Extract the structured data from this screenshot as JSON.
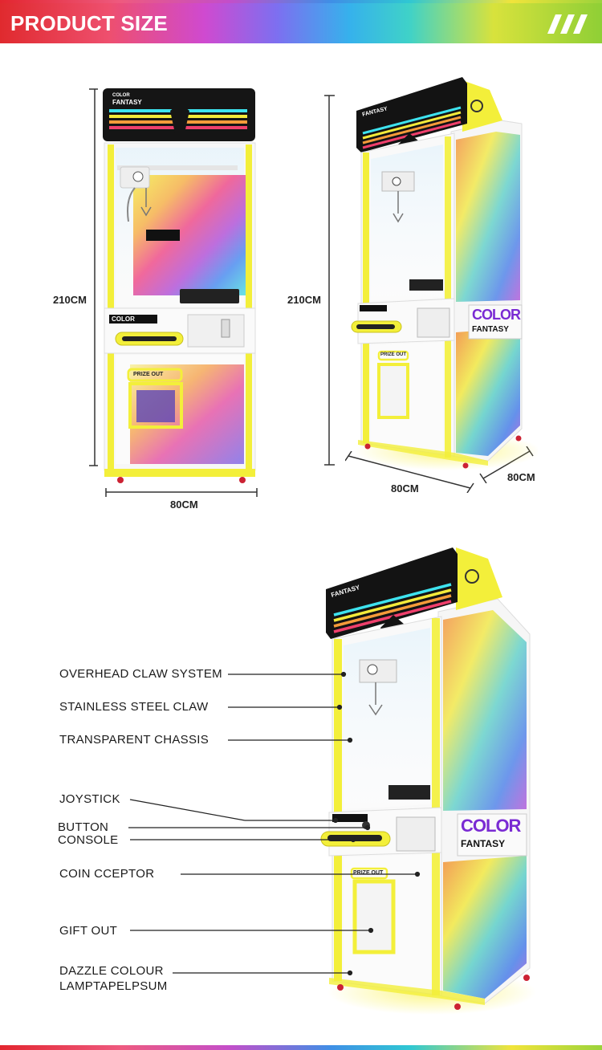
{
  "header": {
    "title": "PRODUCT SIZE",
    "logo_icon": "triple-slash-icon"
  },
  "front_view": {
    "height_label": "210CM",
    "width_label": "80CM"
  },
  "angle_view": {
    "height_label": "210CM",
    "width_label": "80CM",
    "depth_label": "80CM"
  },
  "machine": {
    "brand_top": "COLOR",
    "brand_name": "FANTASY",
    "panel_logo": "COLOR",
    "prize_out": "PRIZE OUT",
    "side_logo_top": "COLOR",
    "side_logo_bottom": "FANTASY"
  },
  "callouts": [
    {
      "label": "OVERHEAD CLAW SYSTEM"
    },
    {
      "label": "STAINLESS STEEL CLAW"
    },
    {
      "label": "TRANSPARENT CHASSIS"
    },
    {
      "label": "JOYSTICK"
    },
    {
      "label": "BUTTON"
    },
    {
      "label": "CONSOLE"
    },
    {
      "label": "COIN CCEPTOR"
    },
    {
      "label": "GIFT OUT"
    },
    {
      "label": "DAZZLE COLOUR",
      "label2": "LAMPTAPELPSUM"
    }
  ],
  "colors": {
    "accent_yellow": "#f3ef3a",
    "frame_white": "#f4f4f4",
    "header_red": "#e02a2e"
  }
}
